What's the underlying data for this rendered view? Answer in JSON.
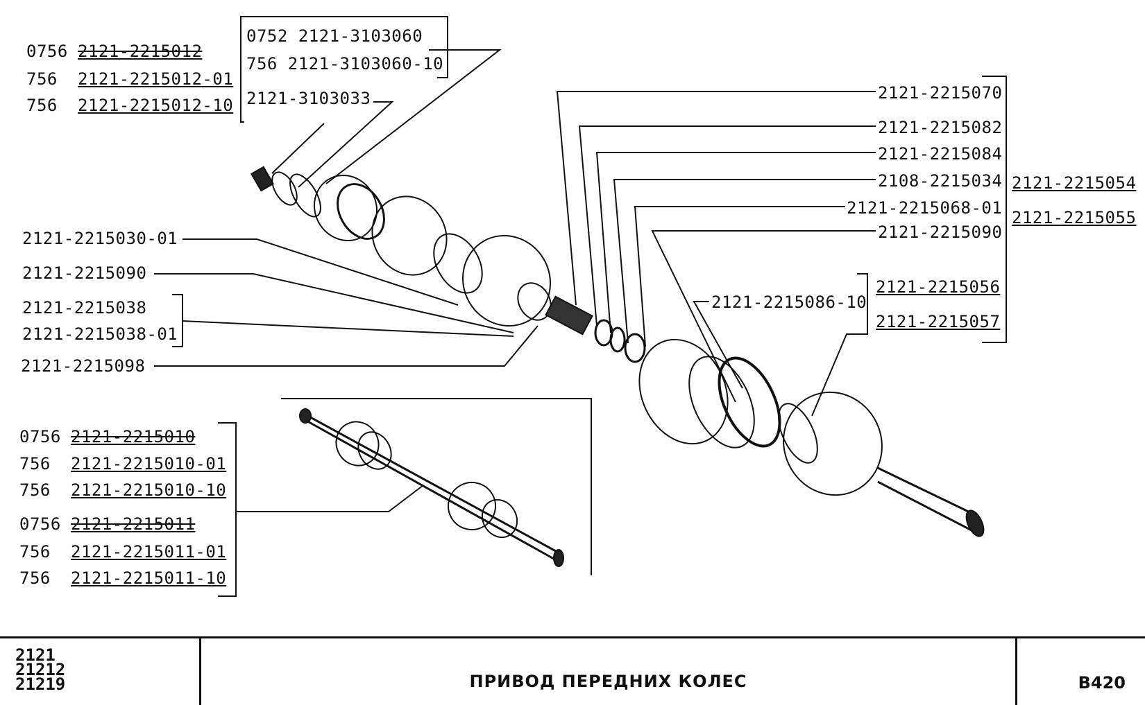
{
  "labels": {
    "p0756_012": "0756",
    "pn_012": "2121-2215012",
    "p756_012_01": "756",
    "pn_012_01": "2121-2215012-01",
    "p756_012_10": "756",
    "pn_012_10": "2121-2215012-10",
    "l0752": "0752 2121-3103060",
    "l756": "756 2121-3103060-10",
    "l3033": "2121-3103033",
    "l030": "2121-2215030-01",
    "l090a": "2121-2215090",
    "l038": "2121-2215038",
    "l038_01": "2121-2215038-01",
    "l098": "2121-2215098",
    "p0756_010": "0756",
    "pn_010": "2121-2215010",
    "p756_010_01": "756",
    "pn_010_01": "2121-2215010-01",
    "p756_010_10": "756",
    "pn_010_10": "2121-2215010-10",
    "p0756_011": "0756",
    "pn_011": "2121-2215011",
    "p756_011_01": "756",
    "pn_011_01": "2121-2215011-01",
    "p756_011_10": "756",
    "pn_011_10": "2121-2215011-10",
    "r070": "2121-2215070",
    "r082": "2121-2215082",
    "r084": "2121-2215084",
    "r034": "2108-2215034",
    "r068": "2121-2215068-01",
    "r090": "2121-2215090",
    "r054": "2121-2215054",
    "r055": "2121-2215055",
    "r086": "2121-2215086-10",
    "r056": "2121-2215056",
    "r057": "2121-2215057"
  },
  "title_block": {
    "models": [
      "2121",
      "21212",
      "21219"
    ],
    "title": "ПРИВОД ПЕРЕДНИХ КОЛЕС",
    "code": "B420"
  }
}
